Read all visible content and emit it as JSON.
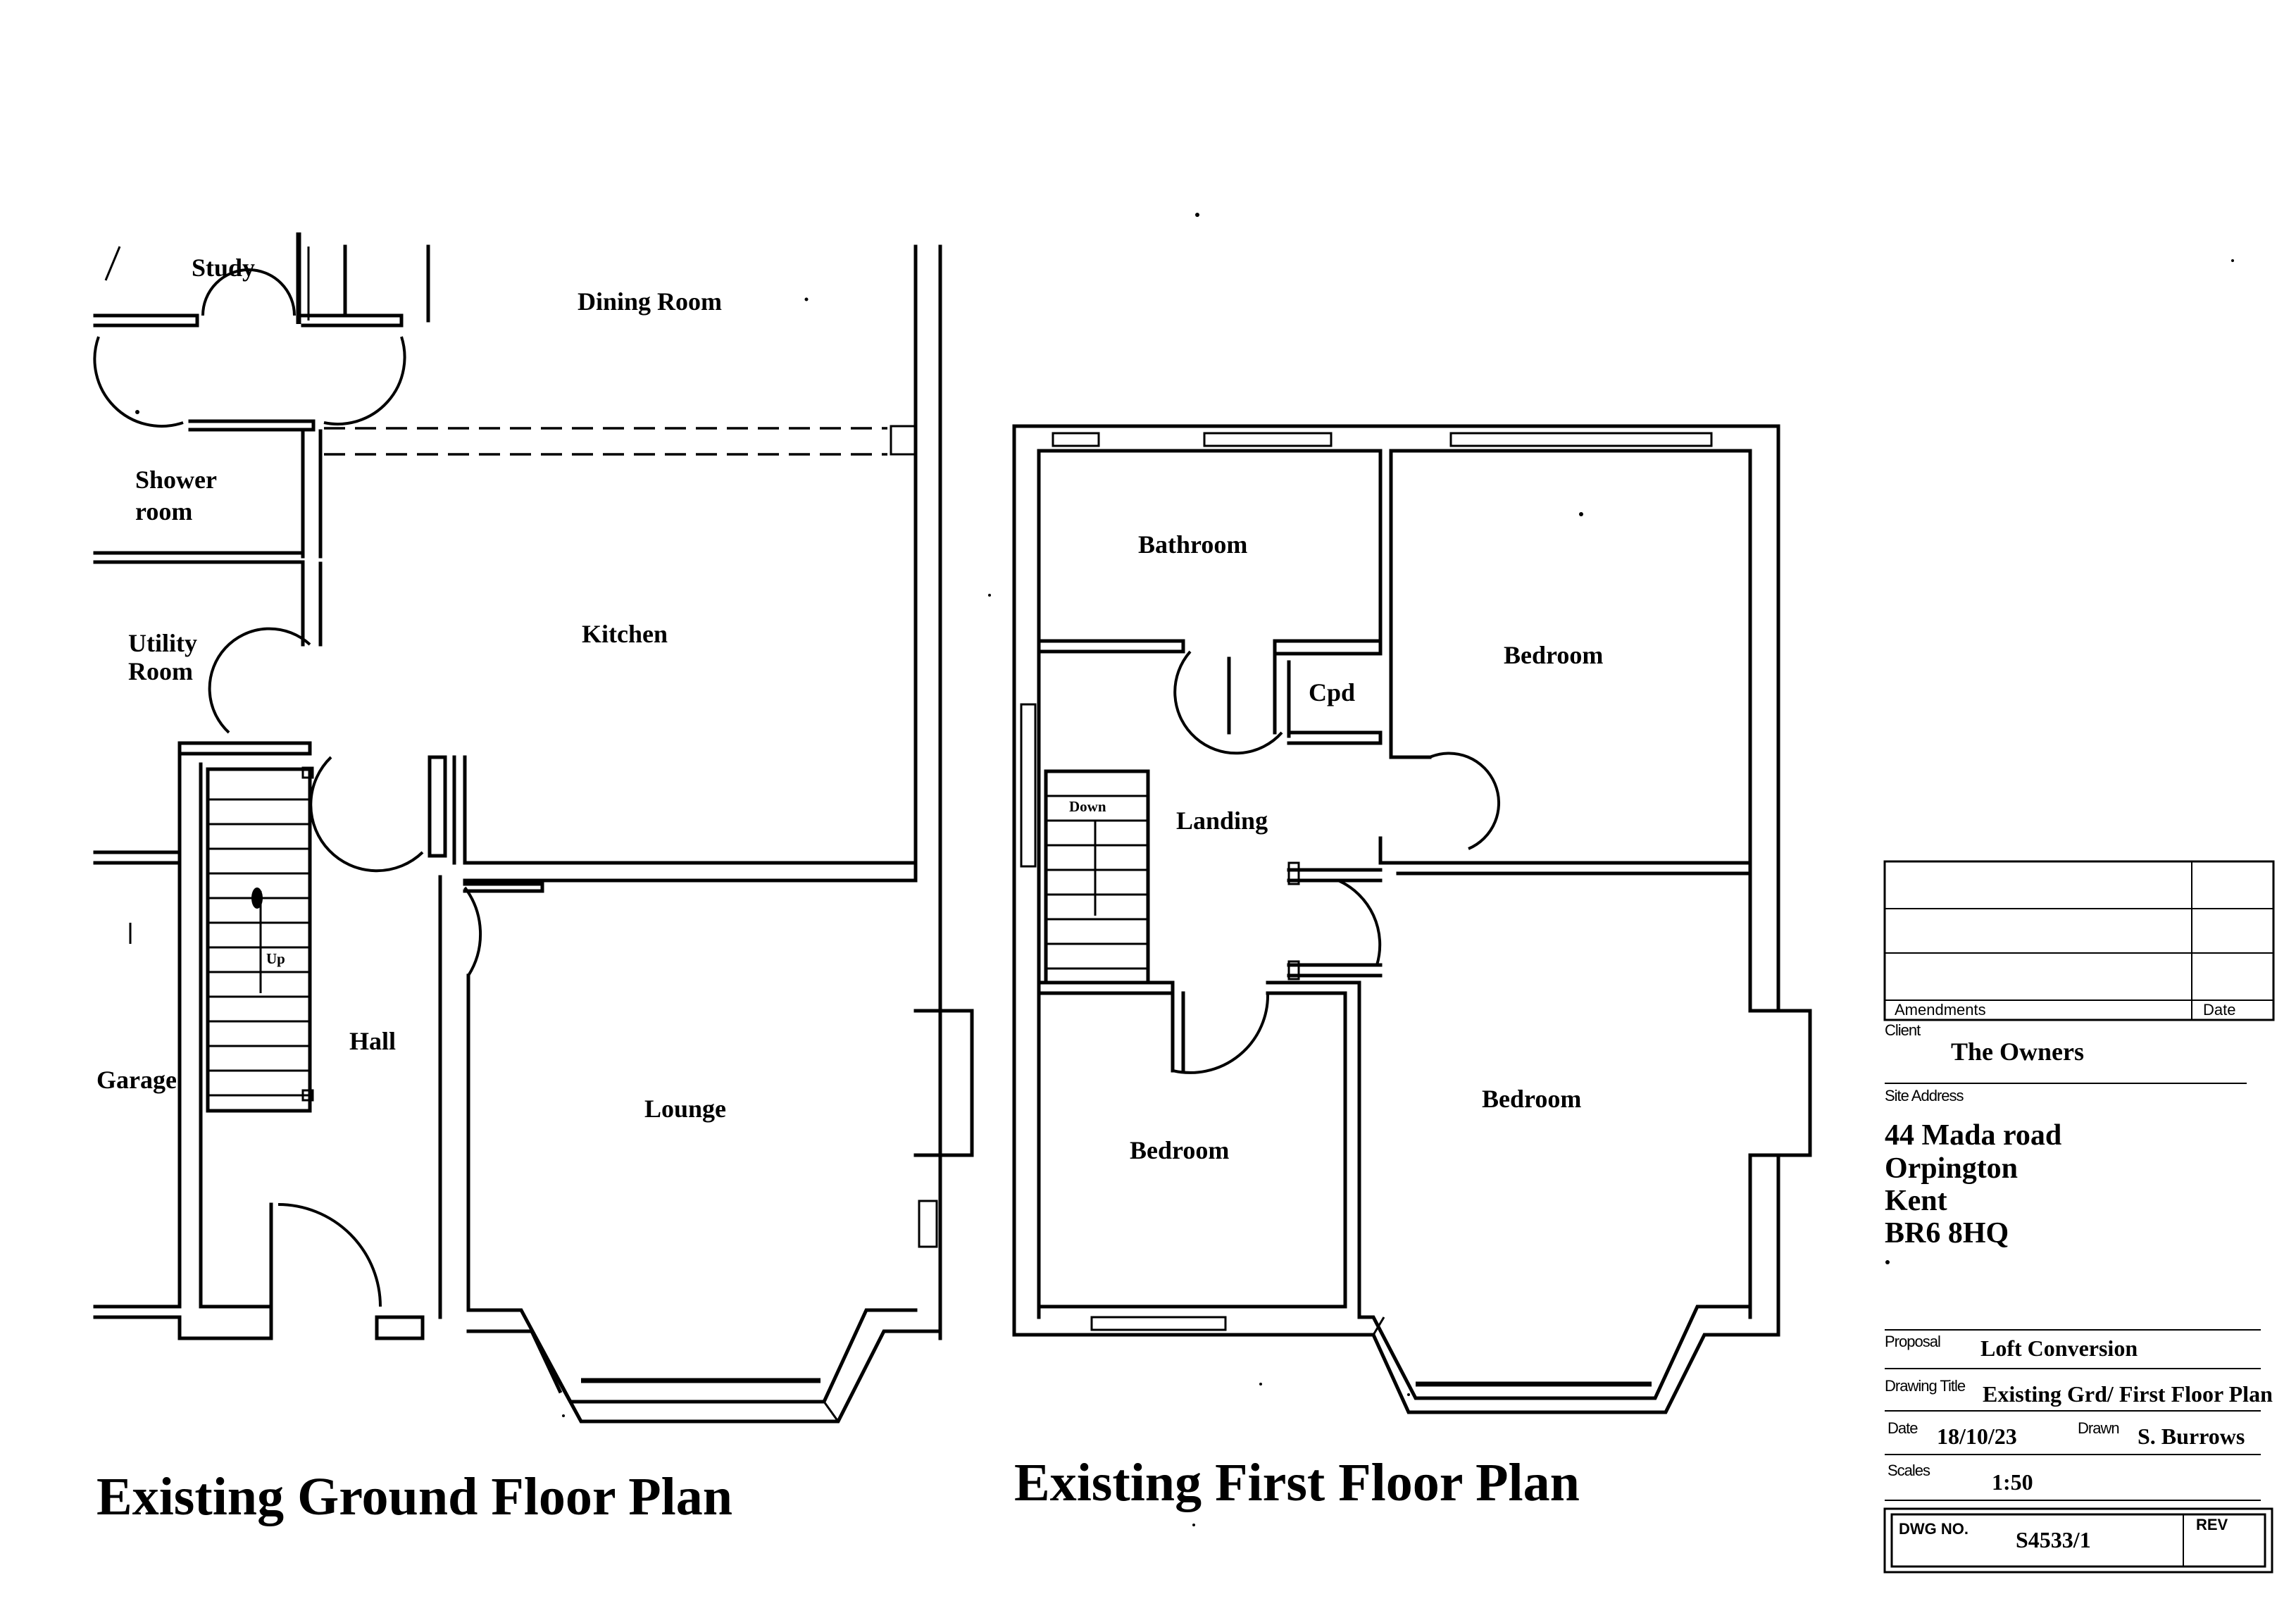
{
  "ground_floor": {
    "title": "Existing Ground Floor Plan",
    "rooms": {
      "study": "Study",
      "dining_room": "Dining Room",
      "shower_room_line1": "Shower",
      "shower_room_line2": "room",
      "utility_line1": "Utility",
      "utility_line2": "Room",
      "kitchen": "Kitchen",
      "garage": "Garage",
      "hall": "Hall",
      "lounge": "Lounge"
    },
    "stair_label": "Up"
  },
  "first_floor": {
    "title": "Existing First Floor Plan",
    "rooms": {
      "bathroom": "Bathroom",
      "bedroom_front_right": "Bedroom",
      "cupboard": "Cpd",
      "landing": "Landing",
      "bedroom_rear_right": "Bedroom",
      "bedroom_left": "Bedroom"
    },
    "stair_label": "Down"
  },
  "title_block": {
    "amendments_label": "Amendments",
    "date_col_label": "Date",
    "client_label": "Client",
    "client": "The Owners",
    "site_address_label": "Site Address",
    "address_line1": "44 Mada road",
    "address_line2": "Orpington",
    "address_line3": "Kent",
    "address_line4": "BR6 8HQ",
    "proposal_label": "Proposal",
    "proposal": "Loft Conversion",
    "drawing_title_label": "Drawing Title",
    "drawing_title": "Existing Grd/ First Floor Plan",
    "date_label": "Date",
    "date": "18/10/23",
    "drawn_label": "Drawn",
    "drawn": "S. Burrows",
    "scales_label": "Scales",
    "scale": "1:50",
    "dwg_no_label": "DWG NO.",
    "dwg_no": "S4533/1",
    "rev_label": "REV"
  }
}
